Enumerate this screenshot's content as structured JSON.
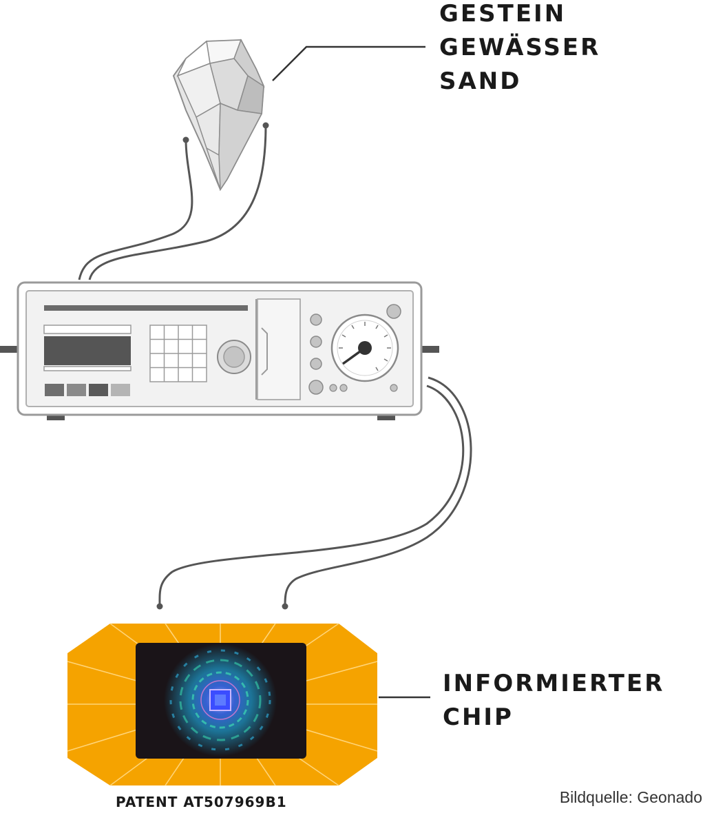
{
  "source": {
    "labels": [
      "GESTEIN",
      "GEWÄSSER",
      "SAND"
    ]
  },
  "chip": {
    "labels": [
      "INFORMIERTER",
      "CHIP"
    ],
    "patent": "PATENT AT507969B1"
  },
  "credit": "Bildquelle: Geonado",
  "colors": {
    "chip_orange": "#f5a300",
    "chip_screen": "#1a1418",
    "device_body": "#f2f2f2",
    "device_outline": "#9a9a9a",
    "cable": "#555555",
    "text": "#1a1a1a"
  },
  "icons": {
    "source": "crystal-rock-icon",
    "device": "transfer-device-icon",
    "chip": "informed-chip-icon"
  }
}
